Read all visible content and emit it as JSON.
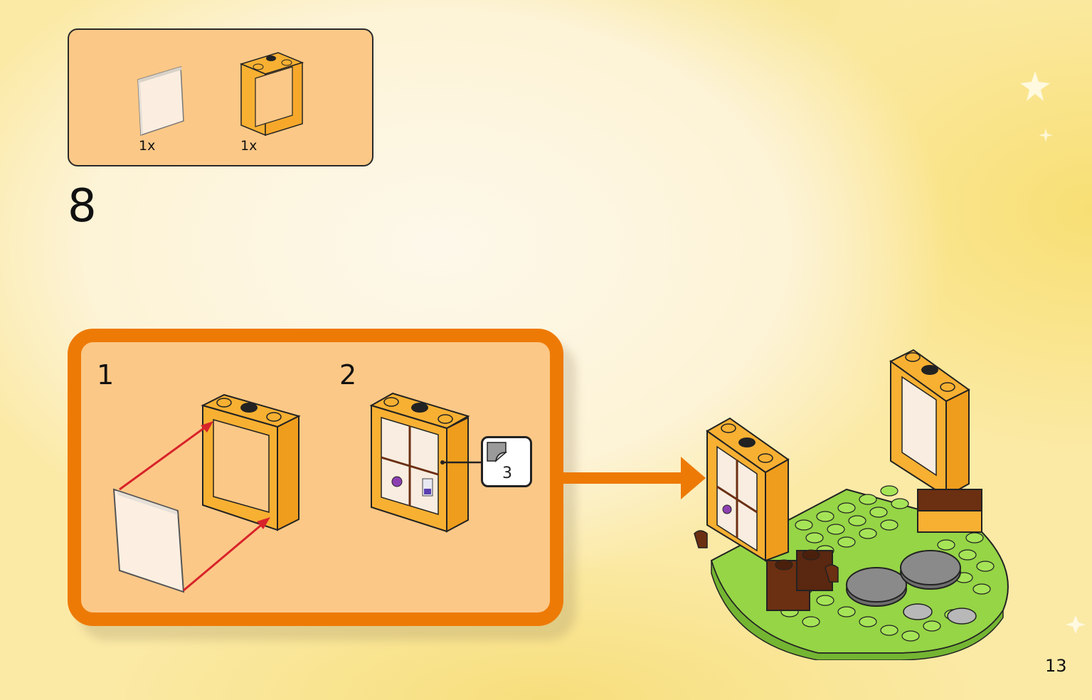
{
  "parts_list": {
    "items": [
      {
        "name": "transparent-glass-pane",
        "quantity": "1x"
      },
      {
        "name": "orange-window-frame",
        "quantity": "1x"
      }
    ]
  },
  "step": {
    "number": "8",
    "substeps": [
      {
        "number": "1"
      },
      {
        "number": "2",
        "sticker": "3"
      }
    ]
  },
  "page_number": "13",
  "colors": {
    "callout_border": "#ee7a06",
    "callout_fill": "#fcc887",
    "frame_orange": "#f7b032",
    "baseplate_green": "#95d546",
    "brown_brick": "#6b2f12",
    "arrow_red": "#d8232a"
  }
}
